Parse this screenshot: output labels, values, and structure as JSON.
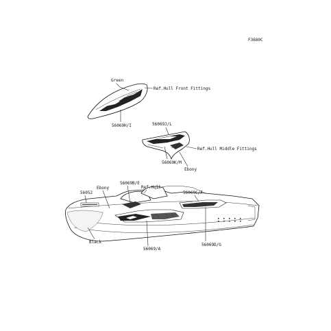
{
  "figure_code": "F3680C",
  "callouts": {
    "front_color": "Green",
    "front_ref": "Ref.Hull Front Fittings",
    "front_part": "56069H/I",
    "middle_part_top": "56069J/L",
    "middle_ref": "Ref.Hull Middle Fittings",
    "middle_part_bottom": "56069K/M",
    "middle_color": "Ebony",
    "hull_part_56052": "56052",
    "hull_color_ebony": "Ebony",
    "hull_part_be": "56069B/E",
    "hull_ref": "Ref.Hull",
    "hull_part_cf": "56069C/F",
    "hull_color_black": "Black",
    "hull_part_a": "56069/A",
    "hull_part_dg": "56069D/G"
  },
  "colors": {
    "ink": "#111111",
    "background": "#ffffff"
  }
}
